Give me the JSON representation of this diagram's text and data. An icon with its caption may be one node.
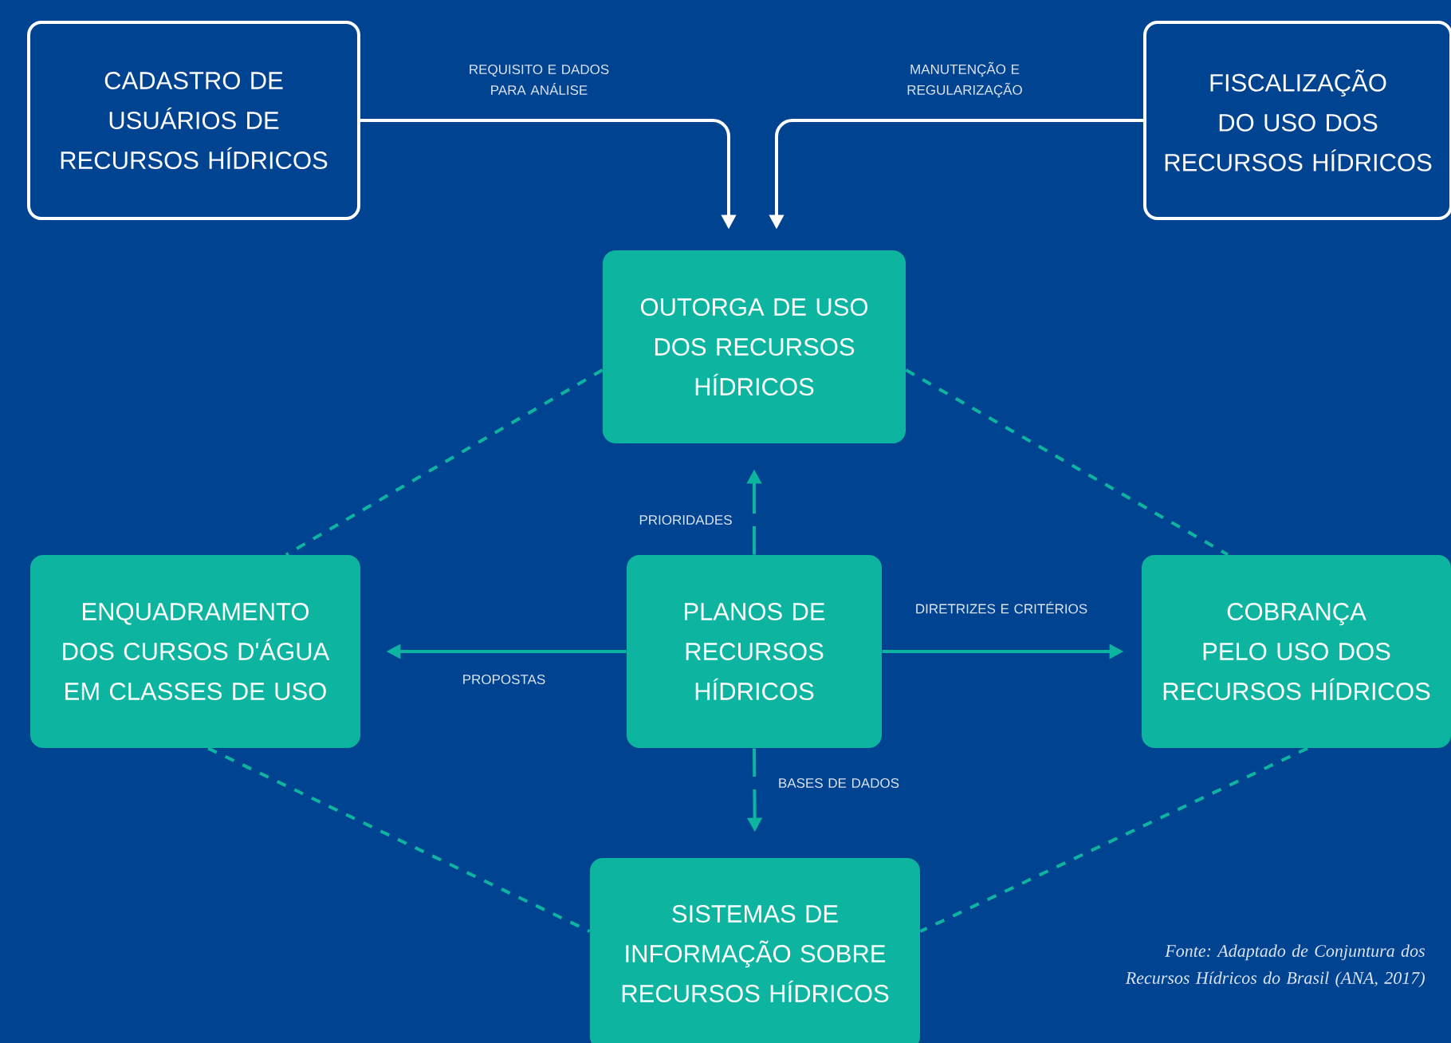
{
  "diagram": {
    "caption": "Fonte: Adaptado de Conjuntura dos Recursos Hídricos do Brasil (ANA, 2017)",
    "nodes": [
      {
        "text": [
          "CADASTRO DE USUÁRIOS DE RECURSOS HÍDRICOS"
        ]
      },
      {
        "text": [
          "FISCALIZAÇÃO DO USO DOS RECURSOS HÍDRICOS"
        ]
      },
      {
        "text": [
          "OUTORGA DE USO DOS RECURSOS HÍDRICOS"
        ]
      },
      {
        "text": [
          "ENQUADRAMENTO DOS CURSOS D'ÁGUA EM CLASSES DE USO"
        ]
      },
      {
        "text": [
          "PLANOS DE RECURSOS HÍDRICOS"
        ]
      },
      {
        "text": [
          "COBRANÇA PELO USO DOS RECURSOS HÍDRICOS"
        ]
      },
      {
        "text": [
          "SISTEMAS DE INFORMAÇÃO SOBRE RECURSOS HÍDRICOS"
        ]
      }
    ],
    "edges": [
      {
        "from": 0,
        "to": 2,
        "arrow": "to",
        "label": "REQUISITO E DADOS PARA ANÁLISE",
        "color": "#ffffff"
      },
      {
        "from": 1,
        "to": 2,
        "arrow": "to",
        "label": "MANUTENÇÃO E REGULARIZAÇÃO",
        "color": "#ffffff"
      },
      {
        "from": 4,
        "to": 2,
        "arrow": "to",
        "label": "PRIORIDADES"
      },
      {
        "from": 4,
        "to": 3,
        "arrow": "to",
        "label": "PROPOSTAS"
      },
      {
        "from": 4,
        "to": 5,
        "arrow": "to",
        "label": "DIRETRIZES E CRITÉRIOS"
      },
      {
        "from": 4,
        "to": 6,
        "arrow": "to",
        "label": "BASES DE DADOS"
      },
      {
        "from": 2,
        "to": 3,
        "arrow": "none",
        "style": "dashed"
      },
      {
        "from": 2,
        "to": 5,
        "arrow": "none",
        "style": "dashed"
      },
      {
        "from": 3,
        "to": 6,
        "arrow": "none",
        "style": "dashed"
      },
      {
        "from": 5,
        "to": 6,
        "arrow": "none",
        "style": "dashed"
      }
    ]
  }
}
